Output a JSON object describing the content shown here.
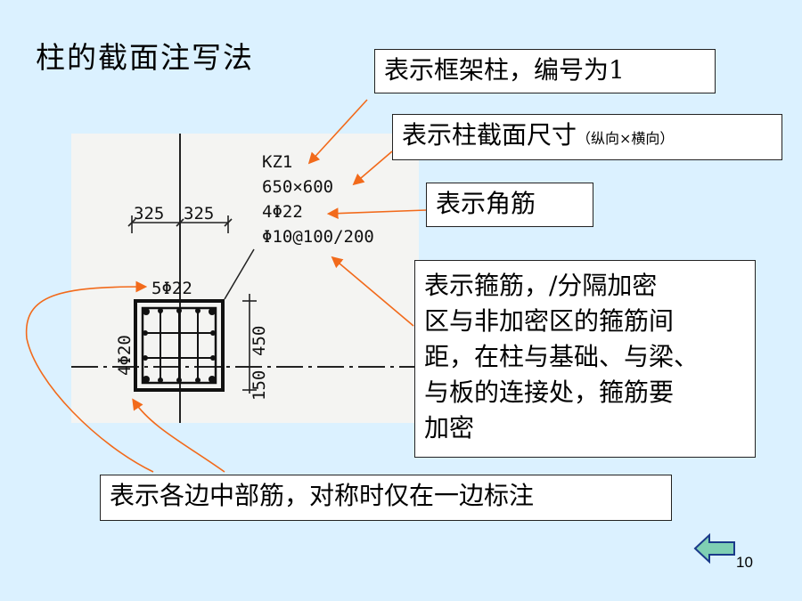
{
  "title": "柱的截面注写法",
  "figure": {
    "label_kz": "KZ1",
    "label_size": "650×600",
    "label_corner": "4Φ22",
    "label_stirrup": "Φ10@100/200",
    "dim_left": "325",
    "dim_right": "325",
    "label_top_side": "5Φ22",
    "label_left_side": "4Φ20",
    "dim_v_upper": "450",
    "dim_v_lower": "150"
  },
  "callouts": {
    "frame_column": "表示框架柱，编号为1",
    "section_size": "表示柱截面尺寸",
    "section_size_note": "（纵向×横向）",
    "corner_bar": "表示角筋",
    "stirrup_lines": [
      "表示箍筋，/分隔加密",
      "区与非加密区的箍筋间",
      "距，在柱与基础、与梁、",
      "与板的连接处，箍筋要",
      "加密"
    ],
    "side_bar": "表示各边中部筋，对称时仅在一边标注"
  },
  "page_number": "10",
  "colors": {
    "background": "#dbf1ff",
    "arrow": "#f26a1b",
    "nav_arrow": "#7fcfb3"
  },
  "icons": {
    "nav": "back-arrow-icon"
  }
}
